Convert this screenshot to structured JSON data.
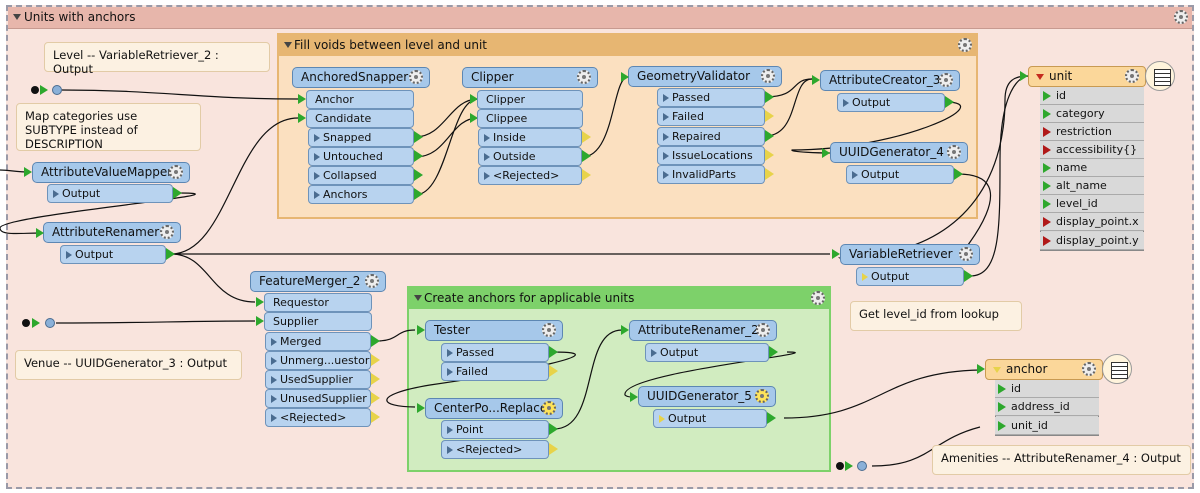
{
  "bookmark": {
    "title": "Units with anchors"
  },
  "groups": {
    "fill_voids": {
      "title": "Fill voids between level and unit"
    },
    "create_anchors": {
      "title": "Create anchors for applicable units"
    }
  },
  "notes": {
    "level_conn": "Level -- VariableRetriever_2 : Output",
    "map_categories": "Map categories use SUBTYPE instead of DESCRIPTION",
    "venue_conn": "Venue -- UUIDGenerator_3 : Output",
    "get_level": "Get level_id from lookup",
    "amenities_conn": "Amenities -- AttributeRenamer_4 : Output"
  },
  "transformers": {
    "anchored_snapper": {
      "name": "AnchoredSnapper",
      "inputs": [
        "Anchor",
        "Candidate"
      ],
      "outputs": [
        "Snapped",
        "Untouched",
        "Collapsed",
        "Anchors"
      ]
    },
    "clipper": {
      "name": "Clipper",
      "inputs": [
        "Clipper",
        "Clippee"
      ],
      "outputs": [
        "Inside",
        "Outside",
        "<Rejected>"
      ]
    },
    "geometry_validator": {
      "name": "GeometryValidator",
      "outputs": [
        "Passed",
        "Failed",
        "Repaired",
        "IssueLocations",
        "InvalidParts"
      ]
    },
    "attribute_creator_3": {
      "name": "AttributeCreator_3",
      "outputs": [
        "Output"
      ]
    },
    "uuid_generator_4": {
      "name": "UUIDGenerator_4",
      "outputs": [
        "Output"
      ]
    },
    "attribute_value_mapper": {
      "name": "AttributeValueMapper",
      "outputs": [
        "Output"
      ]
    },
    "attribute_renamer": {
      "name": "AttributeRenamer",
      "outputs": [
        "Output"
      ]
    },
    "variable_retriever": {
      "name": "VariableRetriever",
      "outputs": [
        "Output"
      ]
    },
    "feature_merger_2": {
      "name": "FeatureMerger_2",
      "inputs": [
        "Requestor",
        "Supplier"
      ],
      "outputs": [
        "Merged",
        "Unmerg...uestor",
        "UsedSupplier",
        "UnusedSupplier",
        "<Rejected>"
      ]
    },
    "tester": {
      "name": "Tester",
      "outputs": [
        "Passed",
        "Failed"
      ]
    },
    "center_point_replacer": {
      "name": "CenterPo...Replacer",
      "outputs": [
        "Point",
        "<Rejected>"
      ]
    },
    "attribute_renamer_2": {
      "name": "AttributeRenamer_2",
      "outputs": [
        "Output"
      ]
    },
    "uuid_generator_5": {
      "name": "UUIDGenerator_5",
      "outputs": [
        "Output"
      ]
    }
  },
  "writers": {
    "unit": {
      "name": "unit",
      "attributes": [
        "id",
        "category",
        "restriction",
        "accessibility{}",
        "name",
        "alt_name",
        "level_id",
        "display_point.x",
        "display_point.y"
      ]
    },
    "anchor": {
      "name": "anchor",
      "attributes": [
        "id",
        "address_id",
        "unit_id"
      ]
    }
  },
  "colors": {
    "bookmark_bg": "#f9e4dd",
    "fill_voids_bg": "#fbe0c0",
    "create_anchors_bg": "#d1ecc0",
    "transformer": "#a6c8ea",
    "port_green": "#2da82d",
    "port_yellow": "#e7d34a",
    "port_red": "#b01818",
    "writer_header": "#fbd79a"
  }
}
